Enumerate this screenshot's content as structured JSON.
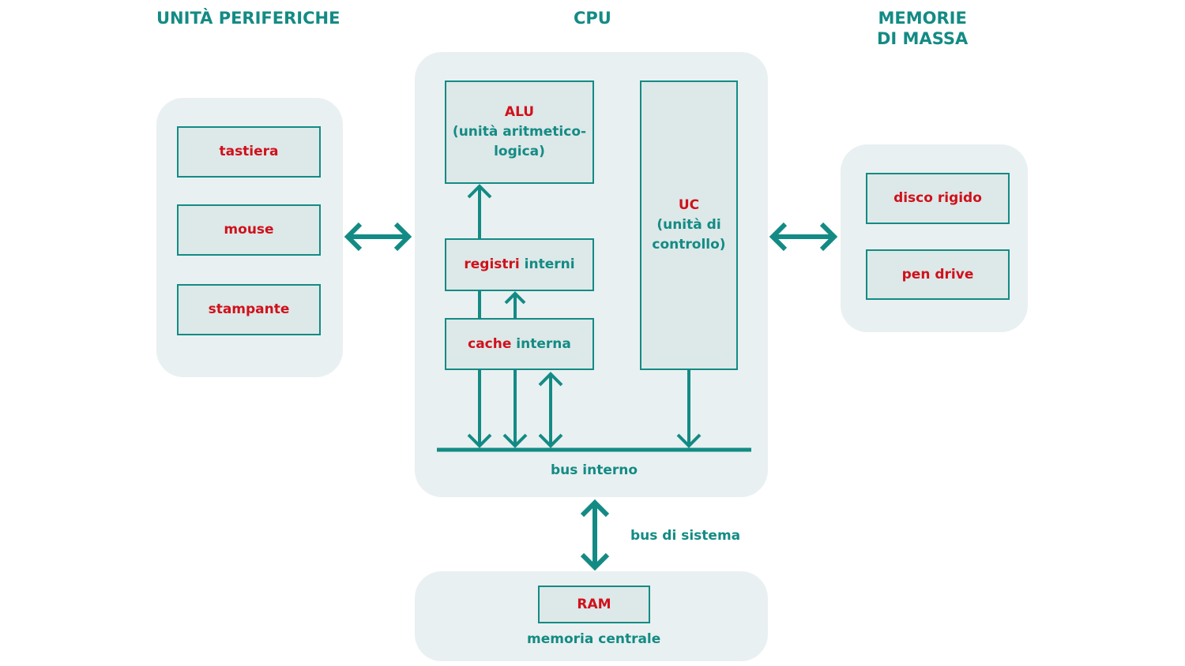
{
  "sections": {
    "peripherals": "UNITÀ PERIFERICHE",
    "cpu": "CPU",
    "mass_storage_line1": "MEMORIE",
    "mass_storage_line2": "DI MASSA"
  },
  "peripherals": {
    "keyboard": "tastiera",
    "mouse": "mouse",
    "printer": "stampante"
  },
  "cpu": {
    "alu_title": "ALU",
    "alu_desc_line1": "(unità aritmetico-",
    "alu_desc_line2": "logica)",
    "registers_red": "registri",
    "registers_teal": " interni",
    "cache_red": "cache",
    "cache_teal": " interna",
    "uc_title": "UC",
    "uc_desc_line1": "(unità di",
    "uc_desc_line2": "controllo)",
    "internal_bus": "bus interno"
  },
  "mass_storage": {
    "hard_disk": "disco rigido",
    "pen_drive": "pen drive"
  },
  "system_bus": "bus di sistema",
  "memory": {
    "ram": "RAM",
    "label": "memoria centrale"
  },
  "colors": {
    "accent": "#138b84",
    "highlight": "#d0111b",
    "group_bg": "#e9f0f1",
    "box_bg": "#dde8e8"
  }
}
